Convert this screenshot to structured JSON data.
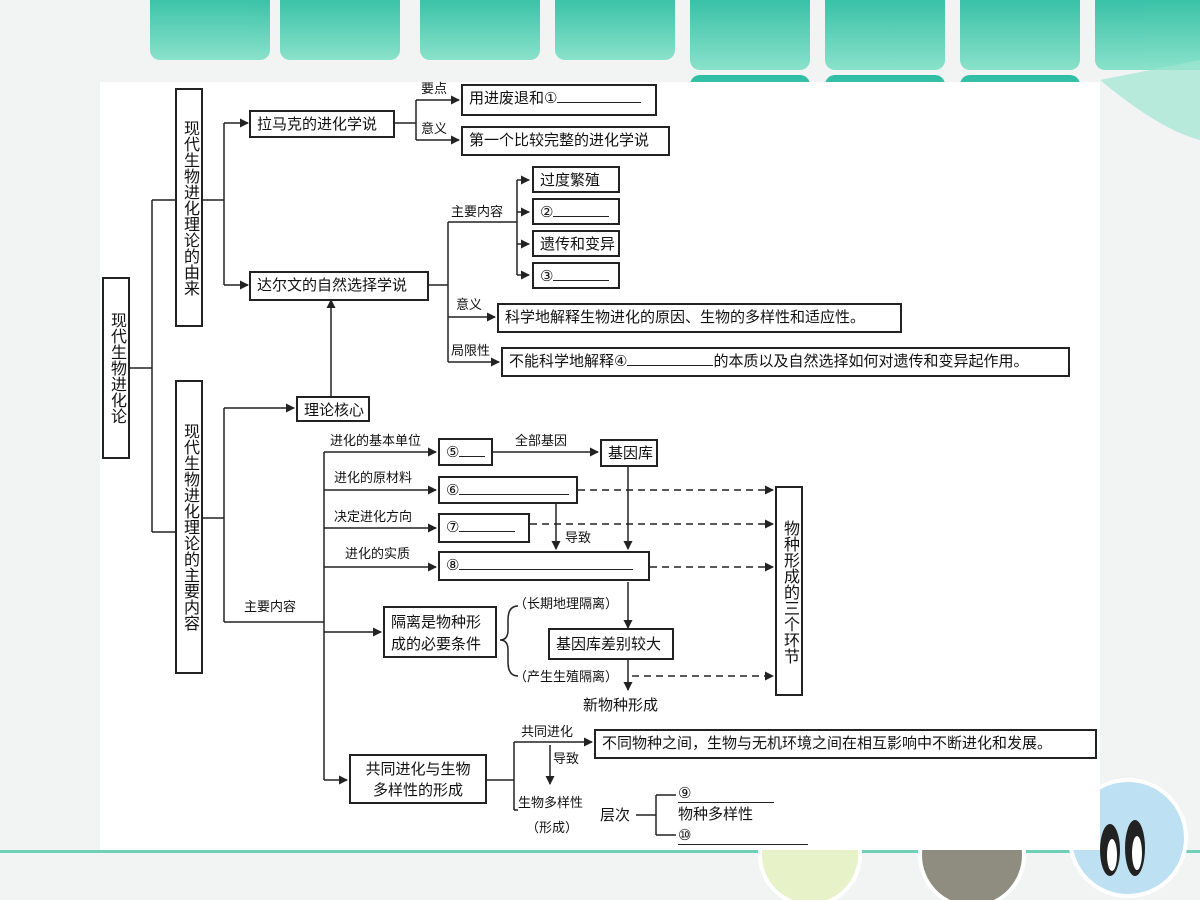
{
  "root": "现代生物进化论",
  "origin": {
    "title": "现代生物进化理论的由来",
    "lamarck": {
      "title": "拉马克的进化学说",
      "point_label": "要点",
      "point_text": "用进废退和①",
      "meaning_label": "意义",
      "meaning_text": "第一个比较完整的进化学说"
    },
    "darwin": {
      "title": "达尔文的自然选择学说",
      "main_label": "主要内容",
      "items": [
        "过度繁殖",
        "②",
        "遗传和变异",
        "③"
      ],
      "meaning_label": "意义",
      "meaning_text": "科学地解释生物进化的原因、生物的多样性和适应性。",
      "limit_label": "局限性",
      "limit_text_a": "不能科学地解释④",
      "limit_text_b": "的本质以及自然选择如何对遗传和变异起作用。"
    }
  },
  "modern": {
    "title": "现代生物进化理论的主要内容",
    "core": "理论核心",
    "main_label": "主要内容",
    "basic_unit_label": "进化的基本单位",
    "b5": "⑤",
    "all_genes_label": "全部基因",
    "gene_pool": "基因库",
    "raw_material_label": "进化的原材料",
    "b6": "⑥",
    "direction_label": "决定进化方向",
    "b7": "⑦",
    "leads_to": "导致",
    "essence_label": "进化的实质",
    "b8": "⑧",
    "isolation": "隔离是物种形成的必要条件",
    "long_geo": "（长期地理隔离）",
    "gene_pool_diff": "基因库差别较大",
    "repro_iso": "（产生生殖隔离）",
    "new_species": "新物种形成",
    "speciation": "物种形成的三个环节",
    "coevo_box": "共同进化与生物多样性的形成",
    "coevo_label": "共同进化",
    "coevo_text": "不同物种之间，生物与无机环境之间在相互影响中不断进化和发展。",
    "leads_to2": "导致",
    "bio_div_label": "生物多样性",
    "formation_label": "（形成）",
    "levels_label": "层次",
    "b9": "⑨",
    "species_div": "物种多样性",
    "b10": "⑩"
  }
}
